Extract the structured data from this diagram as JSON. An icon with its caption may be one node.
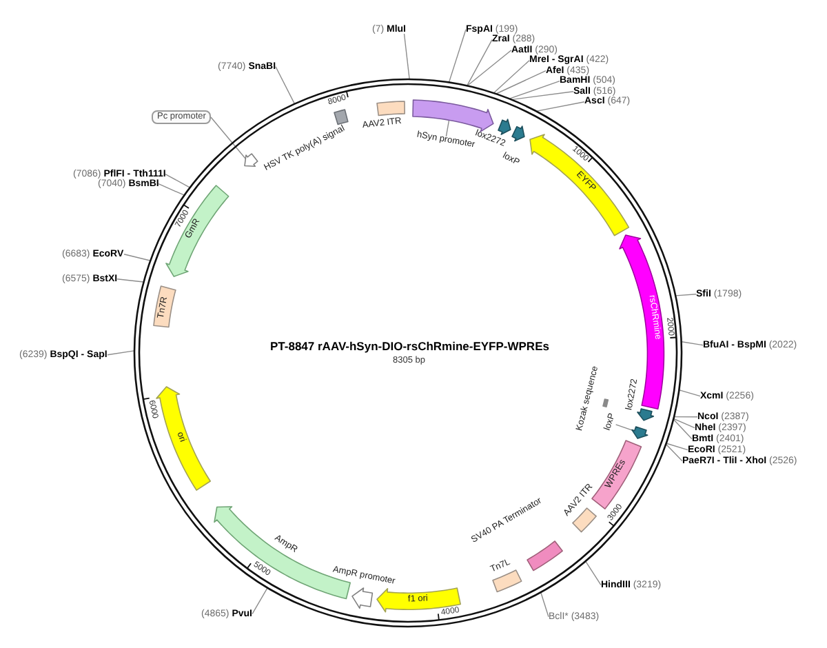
{
  "diagram": {
    "title": "PT-8847 rAAV-hSyn-DIO-rsChRmine-EYFP-WPREs",
    "nodes": [
      {
        "text": [],
        "shape": "circle"
      },
      {
        "text": [
          "AAV2 ITR"
        ],
        "in": 0
      },
      {
        "text": [
          "hSyn promoter"
        ],
        "in": 0
      },
      {
        "text": [],
        "shape": "arrow",
        "in": 0
      },
      {
        "text": [
          "lox2272"
        ],
        "in": 0
      },
      {
        "text": [
          "loxP"
        ],
        "in": 0
      },
      {
        "text": [
          "EYFP"
        ],
        "in": 0
      },
      {
        "text": [
          "rsChRmine"
        ],
        "in": 0
      },
      {
        "text": [
          "lox2272"
        ],
        "in": 0
      },
      {
        "text": [
          "loxP"
        ],
        "in": 0
      },
      {
        "text": [],
        "shape": "arrow",
        "in": 0
      },
      {
        "text": [
          "Kozak sequence"
        ],
        "in": 0
      },
      {
        "text": [
          "WPREs"
        ],
        "in": 0
      },
      {
        "text": [
          "AAV2 ITR"
        ],
        "in": 0
      },
      {
        "text": [
          "SV40 PA Terminator"
        ],
        "in": 0
      },
      {
        "text": [
          "Tn7L"
        ],
        "in": 0
      },
      {
        "text": [
          "f1 ori"
        ],
        "in": 0
      },
      {
        "text": [
          "AmpR promoter"
        ],
        "in": 0
      },
      {
        "text": [
          "AmpR"
        ],
        "in": 0
      },
      {
        "text": [
          "ori"
        ],
        "in": 0
      },
      {
        "text": [
          "Tn7R"
        ],
        "in": 0
      },
      {
        "text": [
          "GmR"
        ],
        "in": 0
      },
      {
        "text": [],
        "shape": "arrow",
        "in": 0
      },
      {
        "text": [
          "HSV TK poly(A) signal"
        ],
        "in": 0
      },
      {
        "text": [
          "Pc promoter"
        ]
      },
      {
        "text": [
          "(7) **MluI**"
        ]
      },
      {
        "text": [
          "**FspAI** (199)"
        ]
      },
      {
        "text": [
          "**ZraI** (288)"
        ]
      },
      {
        "text": [
          "**AatII** (290)"
        ]
      },
      {
        "text": [
          "**MreI - SgrAI** (422)"
        ]
      },
      {
        "text": [
          "**AfeI** (435)"
        ]
      },
      {
        "text": [
          "**BamHI** (504)"
        ]
      },
      {
        "text": [
          "**SalI** (516)"
        ]
      },
      {
        "text": [
          "**AscI** (647)"
        ]
      },
      {
        "text": [
          "**SfiI** (1798)"
        ]
      },
      {
        "text": [
          "**BfuAI - BspMI** (2022)"
        ]
      },
      {
        "text": [
          "**XcmI** (2256)"
        ]
      },
      {
        "text": [
          "**NcoI** (2387)"
        ]
      },
      {
        "text": [
          "**NheI** (2397)"
        ]
      },
      {
        "text": [
          "**BmtI** (2401)"
        ]
      },
      {
        "text": [
          "**EcoRI** (2521)"
        ]
      },
      {
        "text": [
          "**PaeR7I - TliI - XhoI** (2526)"
        ]
      },
      {
        "text": [
          "**HindIII** (3219)"
        ]
      },
      {
        "text": [
          "BclI* (3483)"
        ]
      },
      {
        "text": [
          "(4865) **PvuI**"
        ]
      },
      {
        "text": [
          "(6239) **BspQI - SapI**"
        ]
      },
      {
        "text": [
          "(6575) **BstXI**"
        ]
      },
      {
        "text": [
          "(6683) **EcoRV**"
        ]
      },
      {
        "text": [
          "(7040) **BsmBI**"
        ]
      },
      {
        "text": [
          "(7086) **PflFI - Tth111I**"
        ]
      },
      {
        "text": [
          "(7740) **SnaBI**"
        ]
      }
    ],
    "edges": [
      {
        "from": 2,
        "to": 3,
        "arrow": "none"
      },
      {
        "from": 9,
        "to": 10,
        "arrow": "none"
      },
      {
        "from": 24,
        "to": 22,
        "arrow": "none"
      },
      {
        "from": 25,
        "to": 0,
        "arrow": "none"
      },
      {
        "from": 26,
        "to": 0,
        "arrow": "none"
      },
      {
        "from": 27,
        "to": 0,
        "arrow": "none"
      },
      {
        "from": 28,
        "to": 0,
        "arrow": "none"
      },
      {
        "from": 29,
        "to": 0,
        "arrow": "none"
      },
      {
        "from": 30,
        "to": 0,
        "arrow": "none"
      },
      {
        "from": 31,
        "to": 0,
        "arrow": "none"
      },
      {
        "from": 32,
        "to": 0,
        "arrow": "none"
      },
      {
        "from": 33,
        "to": 0,
        "arrow": "none"
      },
      {
        "from": 34,
        "to": 0,
        "arrow": "none"
      },
      {
        "from": 35,
        "to": 0,
        "arrow": "none"
      },
      {
        "from": 36,
        "to": 0,
        "arrow": "none"
      },
      {
        "from": 37,
        "to": 0,
        "arrow": "none"
      },
      {
        "from": 38,
        "to": 0,
        "arrow": "none"
      },
      {
        "from": 39,
        "to": 0,
        "arrow": "none"
      },
      {
        "from": 40,
        "to": 0,
        "arrow": "none"
      },
      {
        "from": 41,
        "to": 0,
        "arrow": "none"
      },
      {
        "from": 42,
        "to": 0,
        "arrow": "none"
      },
      {
        "from": 43,
        "to": 0,
        "arrow": "none"
      },
      {
        "from": 44,
        "to": 0,
        "arrow": "none"
      },
      {
        "from": 45,
        "to": 0,
        "arrow": "none"
      },
      {
        "from": 46,
        "to": 0,
        "arrow": "none"
      },
      {
        "from": 47,
        "to": 0,
        "arrow": "none"
      },
      {
        "from": 48,
        "to": 0,
        "arrow": "none"
      },
      {
        "from": 49,
        "to": 0,
        "arrow": "none"
      },
      {
        "from": 50,
        "to": 0,
        "arrow": "none"
      }
    ],
    "labels": [
      "8305 bp",
      "1000",
      "2000",
      "3000",
      "4000",
      "5000",
      "6000",
      "7000",
      "8000"
    ]
  }
}
